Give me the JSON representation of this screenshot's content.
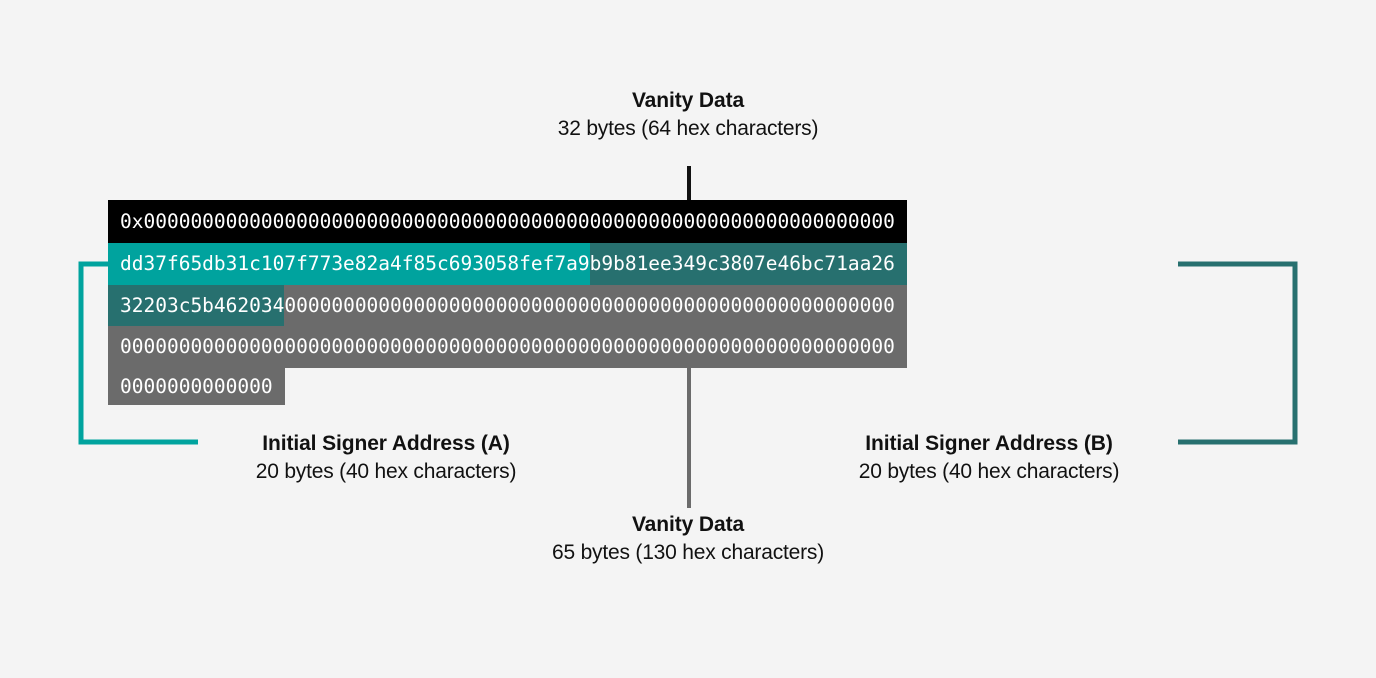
{
  "background_color": "#f4f4f4",
  "palette": {
    "black": "#000000",
    "teal_bright": "#00a39e",
    "teal_dark": "#27706f",
    "gray": "#6b6b6b",
    "text": "#111111"
  },
  "labels": {
    "vanity_top": {
      "title": "Vanity Data",
      "subtitle": "32 bytes (64 hex characters)"
    },
    "vanity_bottom": {
      "title": "Vanity Data",
      "subtitle": "65 bytes (130 hex characters)"
    },
    "signer_a": {
      "title": "Initial Signer Address (A)",
      "subtitle": "20 bytes (40 hex characters)"
    },
    "signer_b": {
      "title": "Initial Signer Address (B)",
      "subtitle": "20 bytes (40 hex characters)"
    }
  },
  "hex_rows": [
    {
      "row": 1,
      "segments": [
        {
          "text": "0x0000000000000000000000000000000000000000000000000000000000000000",
          "color": "black"
        }
      ]
    },
    {
      "row": 2,
      "segments": [
        {
          "text": "dd37f65db31c107f773e82a4f85c693058fef7a9",
          "color": "teal_bright"
        },
        {
          "text": "b9b81ee349c3807e46bc71aa26",
          "color": "teal_dark"
        }
      ]
    },
    {
      "row": 3,
      "segments": [
        {
          "text": "32203c5b462034",
          "color": "teal_dark"
        },
        {
          "text": "0000000000000000000000000000000000000000000000000000",
          "color": "gray"
        }
      ]
    },
    {
      "row": 4,
      "segments": [
        {
          "text": "000000000000000000000000000000000000000000000000000000000000000000",
          "color": "gray"
        }
      ]
    },
    {
      "row": 5,
      "segments": [
        {
          "text": "0000000000000",
          "color": "gray"
        }
      ]
    }
  ]
}
